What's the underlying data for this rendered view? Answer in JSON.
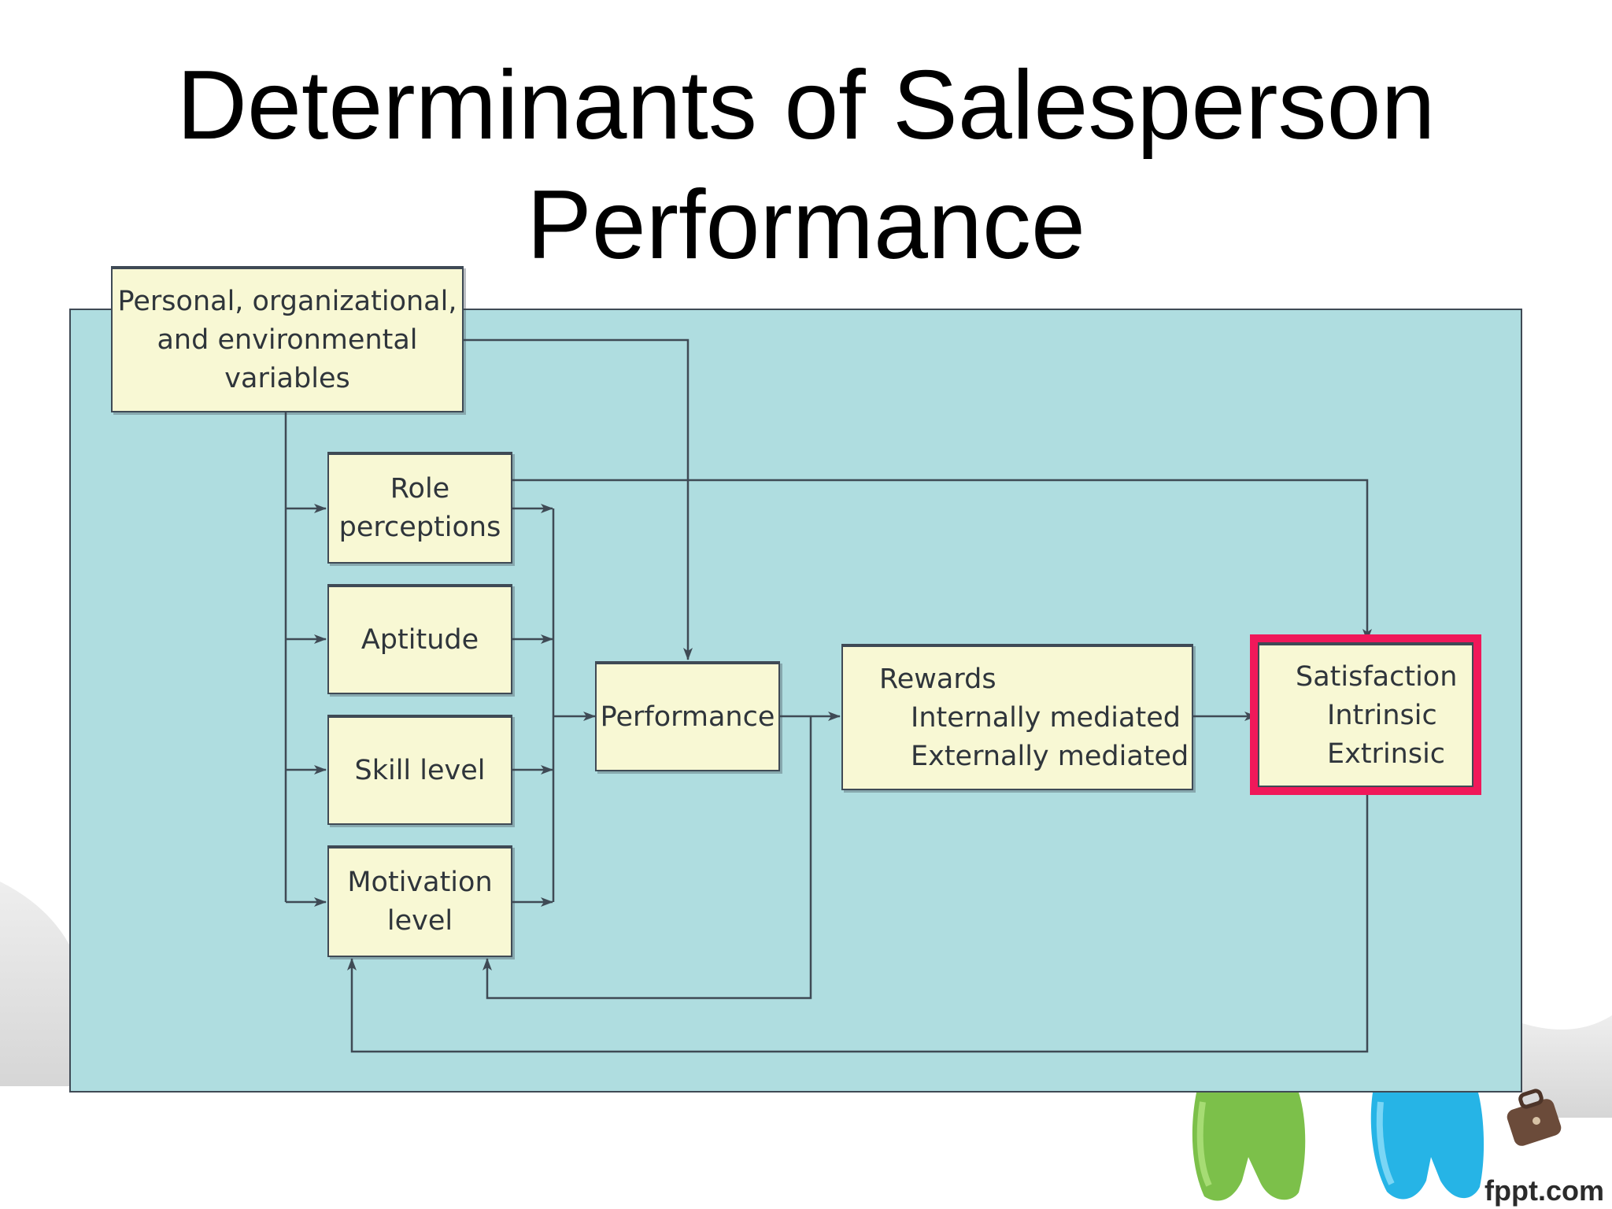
{
  "title": {
    "line1": "Determinants of Salesperson",
    "line2": "Performance"
  },
  "diagram": {
    "nodes": {
      "variables": [
        "Personal, organizational,",
        "and environmental",
        "variables"
      ],
      "role": [
        "Role",
        "perceptions"
      ],
      "aptitude": [
        "Aptitude"
      ],
      "skill": [
        "Skill level"
      ],
      "motivation": [
        "Motivation",
        "level"
      ],
      "performance": [
        "Performance"
      ],
      "rewards": [
        "Rewards",
        "Internally mediated",
        "Externally mediated"
      ],
      "satisfaction": [
        "Satisfaction",
        "Intrinsic",
        "Extrinsic"
      ]
    },
    "edges": [
      [
        "variables",
        "role"
      ],
      [
        "variables",
        "aptitude"
      ],
      [
        "variables",
        "skill"
      ],
      [
        "variables",
        "motivation"
      ],
      [
        "variables",
        "performance"
      ],
      [
        "role",
        "performance"
      ],
      [
        "aptitude",
        "performance"
      ],
      [
        "skill",
        "performance"
      ],
      [
        "motivation",
        "performance"
      ],
      [
        "role",
        "satisfaction"
      ],
      [
        "performance",
        "rewards"
      ],
      [
        "rewards",
        "satisfaction"
      ],
      [
        "performance",
        "motivation"
      ],
      [
        "satisfaction",
        "motivation"
      ]
    ],
    "highlighted": "satisfaction"
  },
  "colors": {
    "panel": "#afdde0",
    "box": "#f8f8d4",
    "line": "#3f4a55",
    "highlight": "#f0185a"
  },
  "decoration": {
    "icons": [
      "green-figure-icon",
      "blue-figure-icon",
      "briefcase-icon"
    ],
    "brand": "fppt.com"
  }
}
